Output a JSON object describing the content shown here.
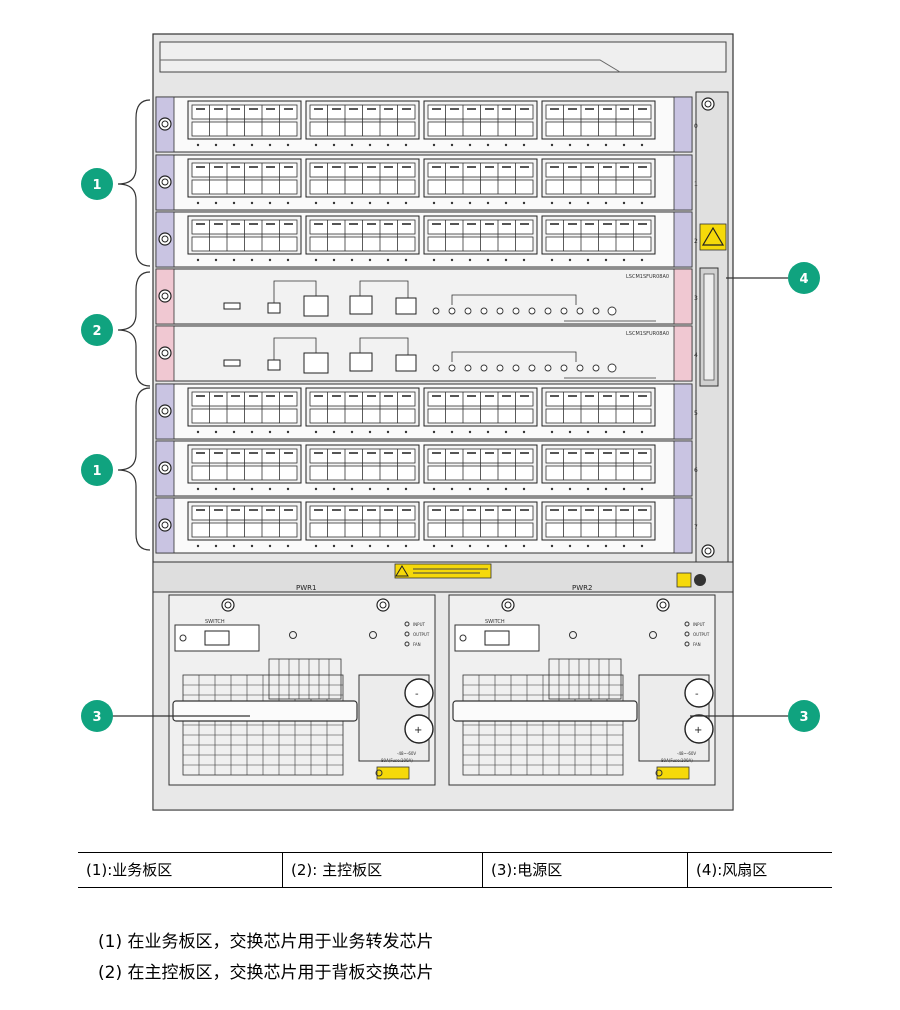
{
  "callouts": {
    "c1_top": "1",
    "c2": "2",
    "c1_bottom": "1",
    "c3_left": "3",
    "c3_right": "3",
    "c4": "4"
  },
  "slot_numbers": [
    "0",
    "1",
    "2",
    "3",
    "4",
    "5",
    "6",
    "7"
  ],
  "mpu_cards": [
    {
      "model": "LSCM1SFUR08A0"
    },
    {
      "model": "LSCM1SFUR08A0"
    }
  ],
  "power_bays": [
    {
      "label": "PWR1"
    },
    {
      "label": "PWR2"
    }
  ],
  "psu": {
    "switch_label": "SWITCH",
    "leds": [
      "INPUT",
      "OUTPUT",
      "FAN"
    ],
    "minus": "-",
    "plus": "+",
    "rating_line1": "-48~-60V",
    "rating_line2": "80A(Fuse:100A)"
  },
  "legend": [
    {
      "text": "(1):业务板区"
    },
    {
      "text": "(2): 主控板区"
    },
    {
      "text": "(3):电源区"
    },
    {
      "text": "(4):风扇区"
    }
  ],
  "notes": [
    "(1) 在业务板区，交换芯片用于业务转发芯片",
    "(2) 在主控板区，交换芯片用于背板交换芯片"
  ],
  "colors": {
    "callout_green": "#10a37f",
    "lc_ear": "#c9c4e2",
    "mpu_ear": "#f0c8d2",
    "chassis": "#e4e4e4",
    "warning_yellow": "#f5d90a"
  }
}
